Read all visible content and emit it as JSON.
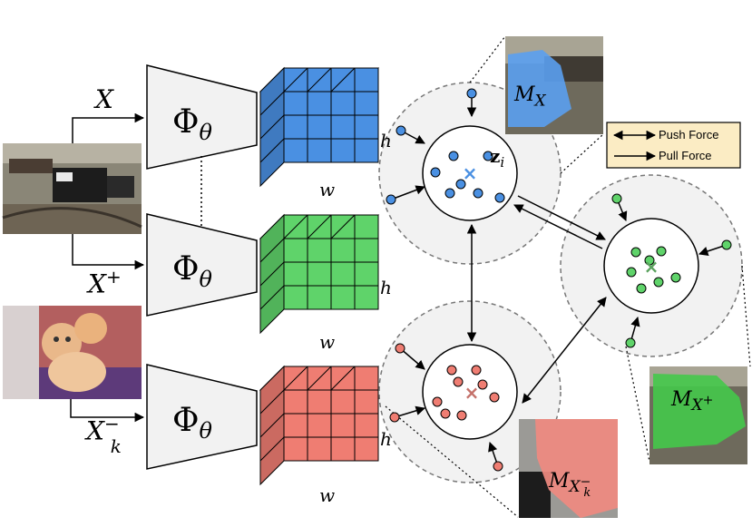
{
  "inputs": {
    "anchor_label": "X",
    "positive_label": "X",
    "positive_sup": "+",
    "negative_label": "X",
    "negative_sup": "−",
    "negative_sub": "k"
  },
  "encoder": {
    "label": "Φ",
    "subscript": "θ"
  },
  "feature_maps": {
    "height_label": "h",
    "width_label": "w"
  },
  "embedding": {
    "anchor_point_label": "z",
    "anchor_point_sub": "i"
  },
  "masks": {
    "symbol": "M",
    "anchor_sub": "X",
    "positive_sub": "X",
    "positive_sup": "+",
    "negative_sub": "X",
    "negative_sup": "−",
    "negative_subsub": "k"
  },
  "legend": {
    "push_label": "Push Force",
    "pull_label": "Pull Force"
  },
  "colors": {
    "blue": "#4a90e2",
    "green": "#5fd36a",
    "red": "#ef7d72",
    "encoder_fill": "#f2f2f2",
    "legend_bg": "#fbecc4"
  }
}
